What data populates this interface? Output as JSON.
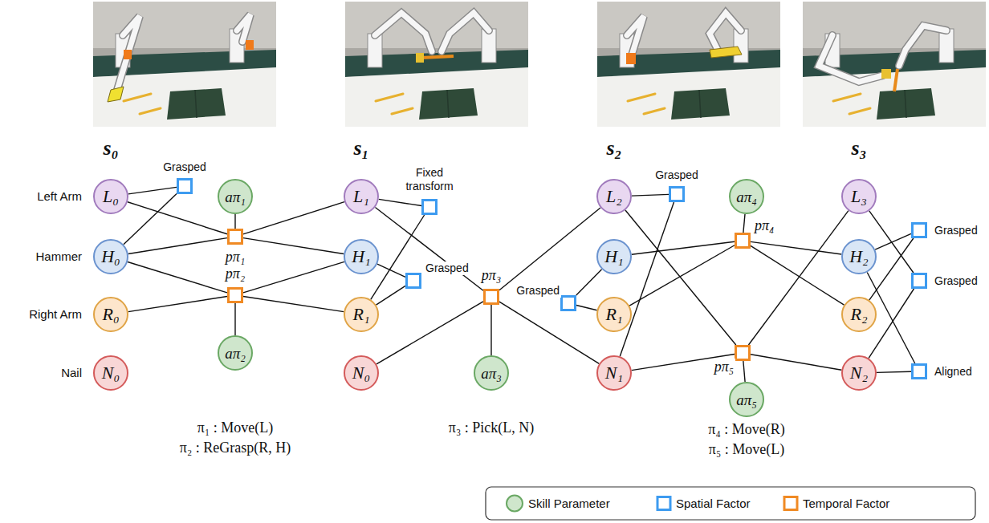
{
  "diagram": {
    "nodes": [
      {
        "text": [
          "L₀"
        ]
      },
      {
        "text": [
          "H₀"
        ]
      },
      {
        "text": [
          "R₀"
        ]
      },
      {
        "text": [
          "N₀"
        ]
      },
      {
        "text": [
          "Grasped"
        ]
      },
      {
        "text": [
          "aπ₁"
        ]
      },
      {
        "text": [
          "pπ₁"
        ]
      },
      {
        "text": [
          "pπ₂"
        ]
      },
      {
        "text": [
          "aπ₂"
        ]
      },
      {
        "text": [
          "L₁"
        ]
      },
      {
        "text": [
          "H₁"
        ]
      },
      {
        "text": [
          "R₁"
        ]
      },
      {
        "text": [
          "N₀"
        ]
      },
      {
        "text": [
          "Fixed transform"
        ]
      },
      {
        "text": [
          "Grasped"
        ]
      },
      {
        "text": [
          "pπ₃"
        ]
      },
      {
        "text": [
          "aπ₃"
        ]
      },
      {
        "text": [
          "L₂"
        ]
      },
      {
        "text": [
          "H₁"
        ]
      },
      {
        "text": [
          "R₁"
        ]
      },
      {
        "text": [
          "N₁"
        ]
      },
      {
        "text": [
          "Grasped"
        ]
      },
      {
        "text": [
          "Grasped"
        ]
      },
      {
        "text": [
          "aπ₄"
        ]
      },
      {
        "text": [
          "pπ₄"
        ]
      },
      {
        "text": [
          "pπ₅"
        ]
      },
      {
        "text": [
          "aπ₅"
        ]
      },
      {
        "text": [
          "L₃"
        ]
      },
      {
        "text": [
          "H₂"
        ]
      },
      {
        "text": [
          "R₂"
        ]
      },
      {
        "text": [
          "N₂"
        ]
      },
      {
        "text": [
          "Grasped"
        ]
      },
      {
        "text": [
          "Grasped"
        ]
      },
      {
        "text": [
          "Aligned"
        ]
      }
    ],
    "edges": [
      {
        "from": 0,
        "to": 4,
        "arrow": "none"
      },
      {
        "from": 1,
        "to": 4,
        "arrow": "none"
      },
      {
        "from": 0,
        "to": 6,
        "arrow": "none"
      },
      {
        "from": 1,
        "to": 6,
        "arrow": "none"
      },
      {
        "from": 5,
        "to": 6,
        "arrow": "none"
      },
      {
        "from": 6,
        "to": 9,
        "arrow": "none"
      },
      {
        "from": 6,
        "to": 10,
        "arrow": "none"
      },
      {
        "from": 1,
        "to": 7,
        "arrow": "none"
      },
      {
        "from": 2,
        "to": 7,
        "arrow": "none"
      },
      {
        "from": 8,
        "to": 7,
        "arrow": "none"
      },
      {
        "from": 7,
        "to": 10,
        "arrow": "none"
      },
      {
        "from": 7,
        "to": 11,
        "arrow": "none"
      },
      {
        "from": 9,
        "to": 13,
        "arrow": "none"
      },
      {
        "from": 11,
        "to": 13,
        "arrow": "none"
      },
      {
        "from": 10,
        "to": 14,
        "arrow": "none"
      },
      {
        "from": 11,
        "to": 14,
        "arrow": "none"
      },
      {
        "from": 9,
        "to": 15,
        "arrow": "none"
      },
      {
        "from": 12,
        "to": 15,
        "arrow": "none"
      },
      {
        "from": 16,
        "to": 15,
        "arrow": "none"
      },
      {
        "from": 15,
        "to": 17,
        "arrow": "none"
      },
      {
        "from": 15,
        "to": 20,
        "arrow": "none"
      },
      {
        "from": 17,
        "to": 21,
        "arrow": "none"
      },
      {
        "from": 20,
        "to": 21,
        "arrow": "none"
      },
      {
        "from": 18,
        "to": 22,
        "arrow": "none"
      },
      {
        "from": 19,
        "to": 22,
        "arrow": "none"
      },
      {
        "from": 18,
        "to": 24,
        "arrow": "none"
      },
      {
        "from": 19,
        "to": 24,
        "arrow": "none"
      },
      {
        "from": 23,
        "to": 24,
        "arrow": "none"
      },
      {
        "from": 24,
        "to": 28,
        "arrow": "none"
      },
      {
        "from": 24,
        "to": 29,
        "arrow": "none"
      },
      {
        "from": 17,
        "to": 25,
        "arrow": "none"
      },
      {
        "from": 20,
        "to": 25,
        "arrow": "none"
      },
      {
        "from": 26,
        "to": 25,
        "arrow": "none"
      },
      {
        "from": 25,
        "to": 27,
        "arrow": "none"
      },
      {
        "from": 25,
        "to": 30,
        "arrow": "none"
      },
      {
        "from": 28,
        "to": 31,
        "arrow": "none"
      },
      {
        "from": 29,
        "to": 31,
        "arrow": "none"
      },
      {
        "from": 27,
        "to": 32,
        "arrow": "none"
      },
      {
        "from": 30,
        "to": 32,
        "arrow": "none"
      },
      {
        "from": 28,
        "to": 33,
        "arrow": "none"
      },
      {
        "from": 30,
        "to": 33,
        "arrow": "none"
      }
    ],
    "labels": [
      "s₀",
      "s₁",
      "s₂",
      "s₃",
      "Left Arm",
      "Hammer",
      "Right Arm",
      "Nail",
      "π₁ : Move(L)",
      "π₂ : ReGrasp(R, H)",
      "π₃ : Pick(L, N)",
      "π₄ : Move(R)",
      "π₅ : Move(L)"
    ],
    "legend": [
      {
        "text": "Skill Parameter"
      },
      {
        "text": "Spatial Factor"
      },
      {
        "text": "Temporal Factor"
      }
    ]
  }
}
